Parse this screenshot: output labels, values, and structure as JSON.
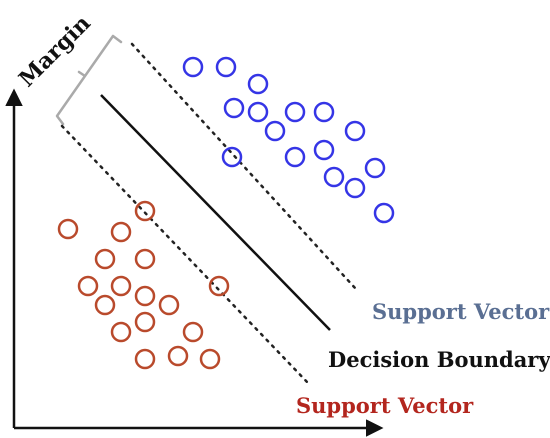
{
  "labels": {
    "margin": "Margin",
    "support_vector_top": "Support Vector",
    "decision_boundary": "Decision Boundary",
    "support_vector_bottom": "Support Vector"
  },
  "colors": {
    "blue_class": "#3535E6",
    "red_class": "#B94A2C",
    "axis": "#111111",
    "boundary": "#111111",
    "support_top_text": "#5A6F93",
    "support_bottom_text": "#B3261E",
    "decision_text": "#111111"
  }
}
